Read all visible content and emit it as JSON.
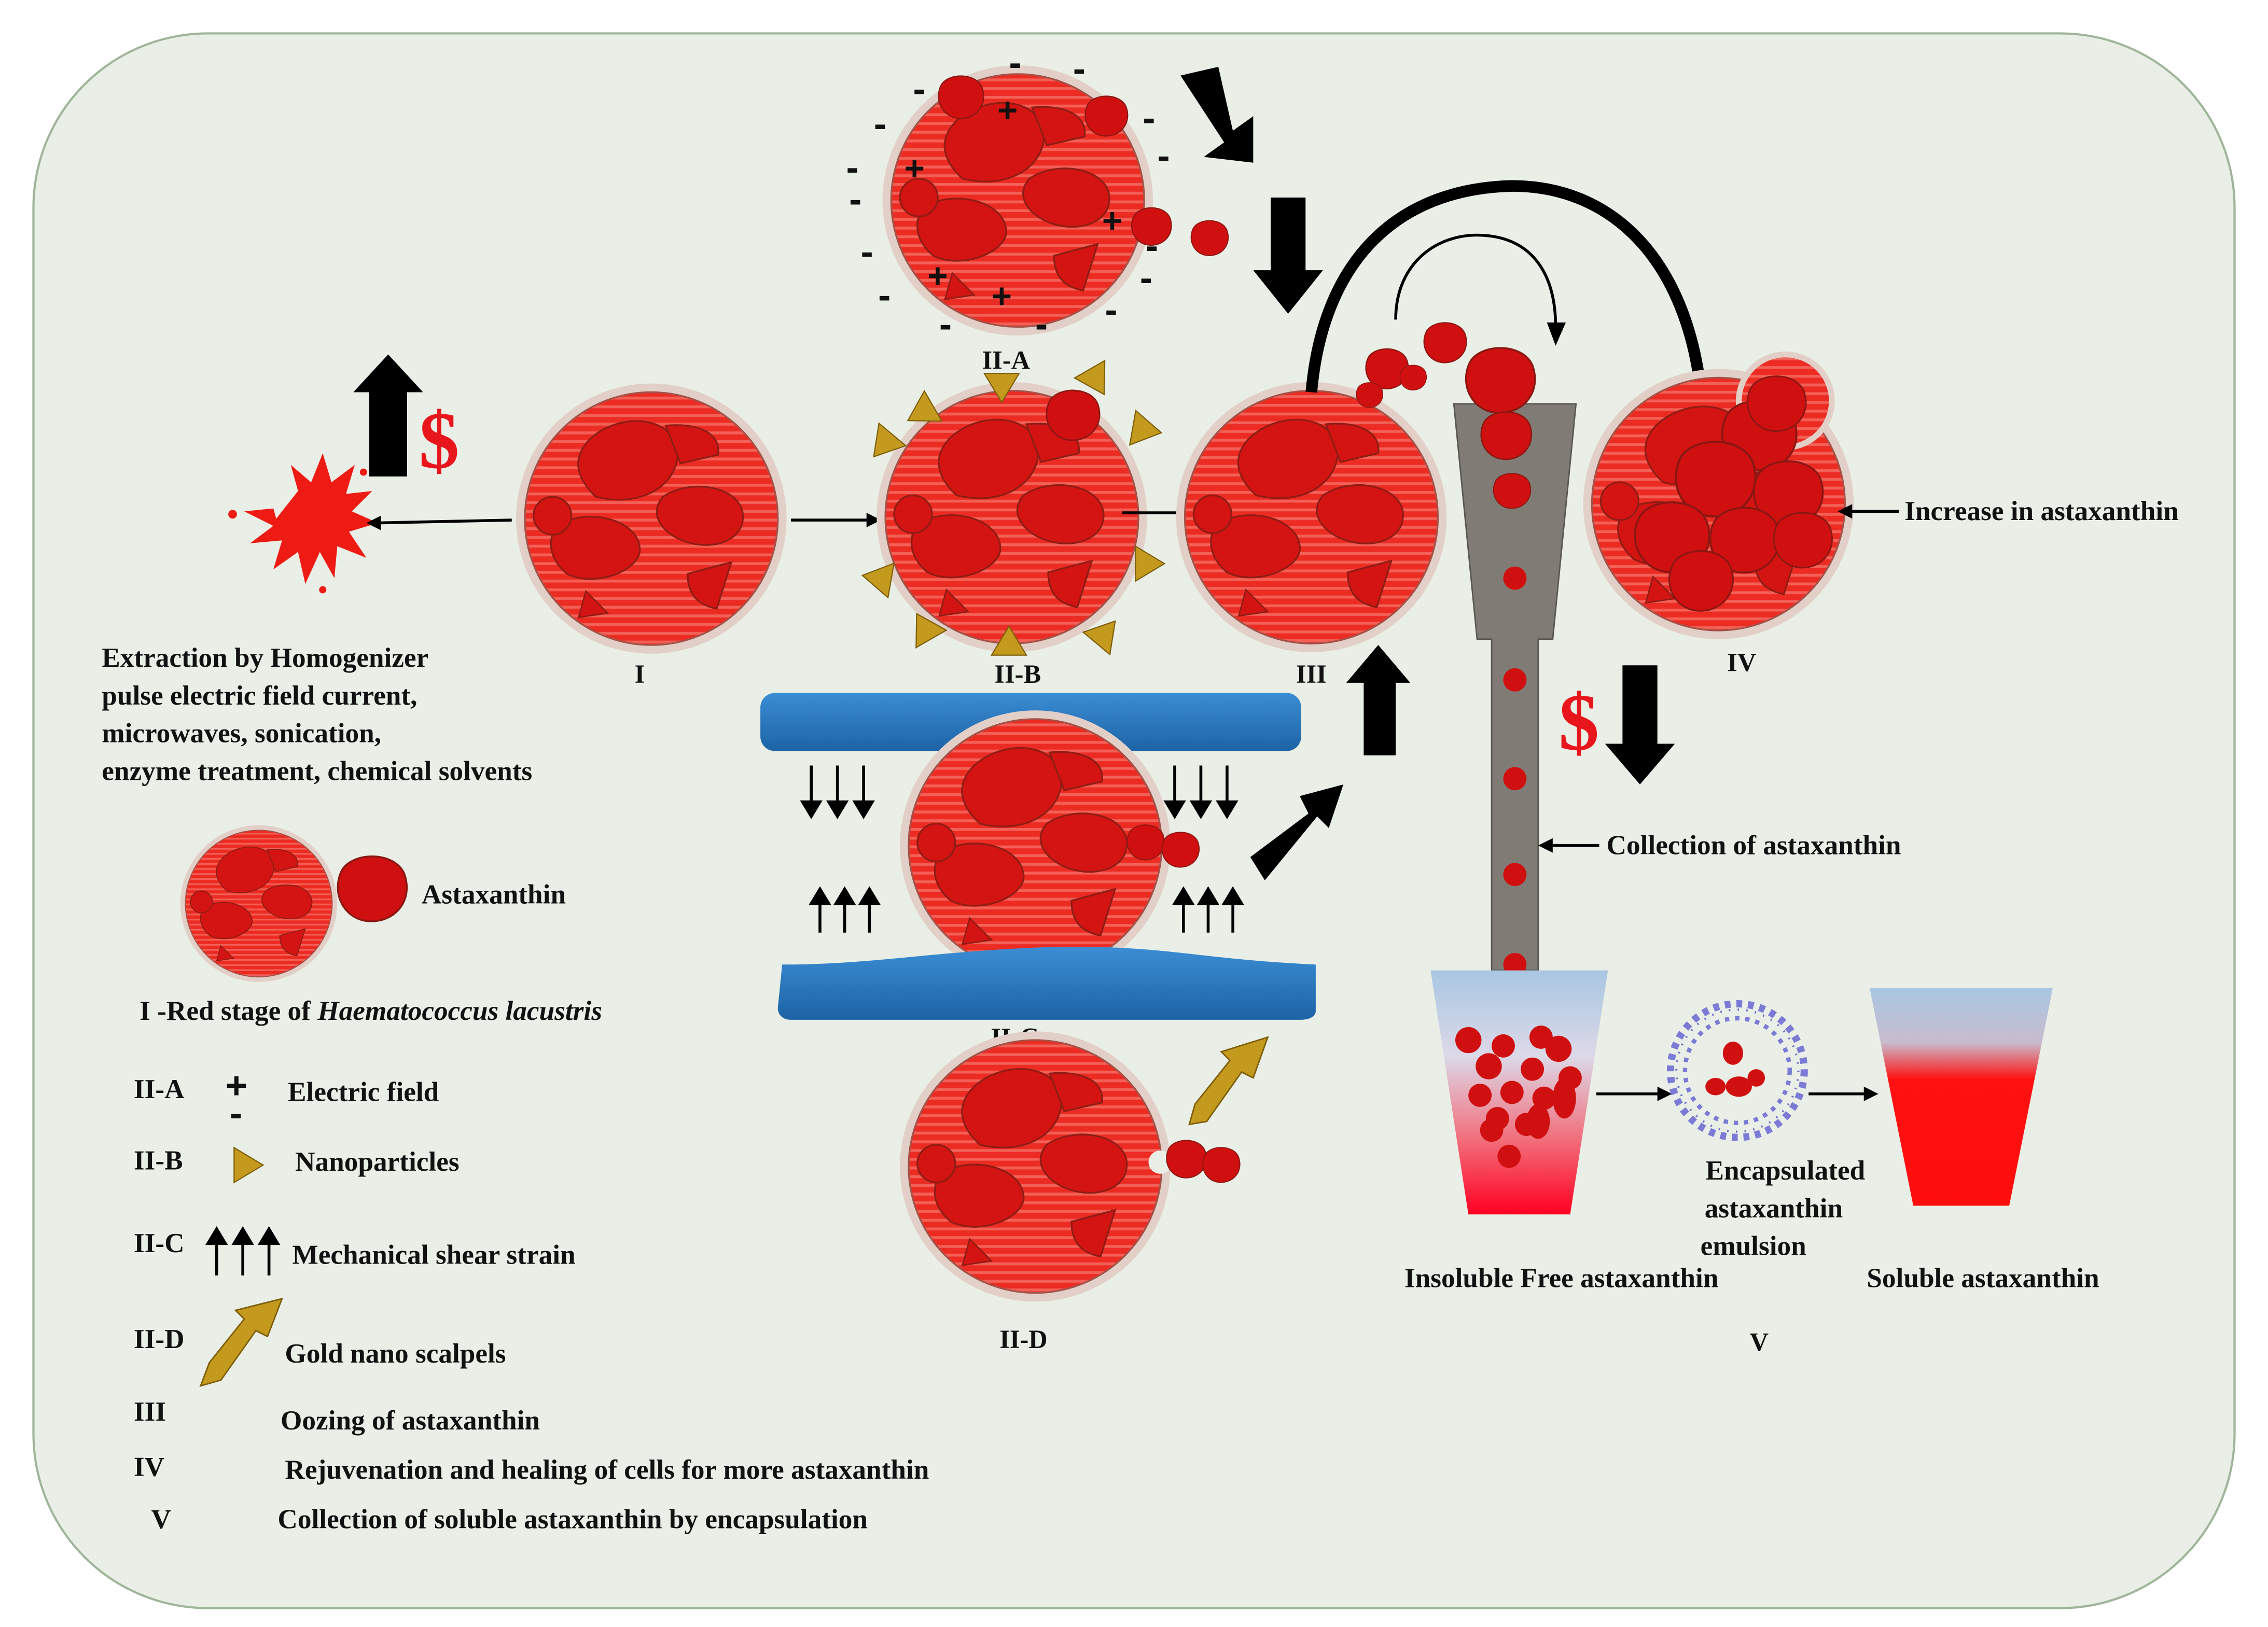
{
  "stages": {
    "i": "I",
    "iia": "II-A",
    "iib": "II-B",
    "iic": "II-C",
    "iid": "II-D",
    "iii": "III",
    "iv": "IV",
    "v": "V"
  },
  "extraction_text": [
    "Extraction by Homogenizer",
    "pulse electric field current,",
    "microwaves, sonication,",
    "enzyme treatment, chemical solvents"
  ],
  "currency_symbol": "$",
  "annotations": {
    "increase": "Increase in astaxanthin",
    "collection": "Collection of astaxanthin",
    "insoluble": "Insoluble Free astaxanthin",
    "encapsulated": [
      "Encapsulated",
      "astaxanthin",
      "emulsion"
    ],
    "soluble": "Soluble astaxanthin"
  },
  "legend": {
    "astaxanthin_label": "Astaxanthin",
    "red_stage_prefix": "I -Red stage of ",
    "red_stage_species": "Haematococcus lacustris",
    "items": [
      {
        "code": "II-A",
        "text": "Electric field",
        "icon": "plus-minus-icon"
      },
      {
        "code": "II-B",
        "text": "Nanoparticles",
        "icon": "nanoparticle-triangle-icon"
      },
      {
        "code": "II-C",
        "text": "Mechanical shear strain",
        "icon": "shear-arrows-icon"
      },
      {
        "code": "II-D",
        "text": "Gold nano scalpels",
        "icon": "scalpel-icon"
      },
      {
        "code": "III",
        "text": "Oozing of astaxanthin"
      },
      {
        "code": "IV",
        "text": "Rejuvenation and healing of cells for more astaxanthin"
      },
      {
        "code": "V",
        "text": "Collection of soluble astaxanthin by encapsulation"
      }
    ]
  },
  "colors": {
    "background_panel": "#e9efe6",
    "cell_red": "#e8201c",
    "astaxanthin_dark_red": "#d11010",
    "plate_blue": "#2473b8",
    "funnel_gray": "#807c75",
    "nanoparticle_gold": "#c39a1e",
    "dollar_red": "#e8161c"
  }
}
